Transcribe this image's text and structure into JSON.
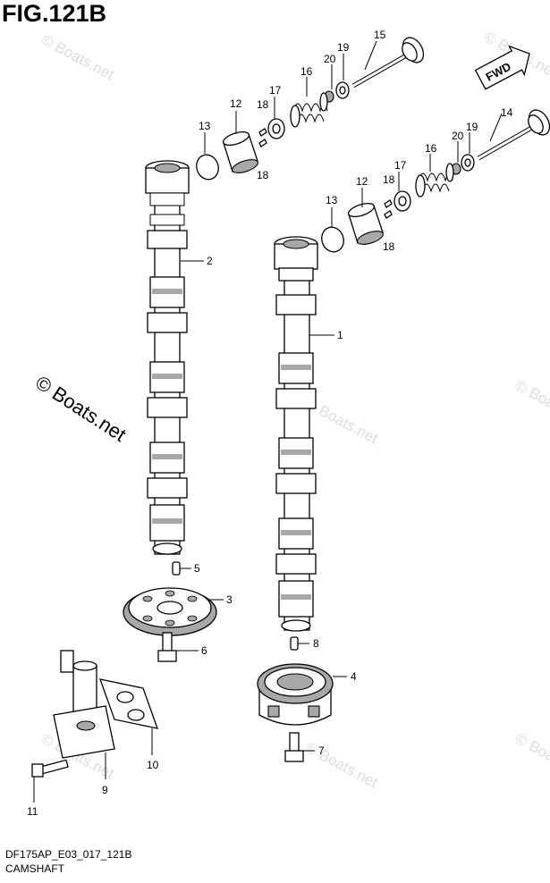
{
  "header": {
    "figure": "FIG.121B"
  },
  "footer": {
    "code": "DF175AP_E03_017_121B",
    "section": "CAMSHAFT"
  },
  "fwd_badge": {
    "text": "FWD"
  },
  "watermark": {
    "text": "© Boats.net"
  },
  "callouts": {
    "c1": "1",
    "c2": "2",
    "c3": "3",
    "c4": "4",
    "c5": "5",
    "c6": "6",
    "c7": "7",
    "c8": "8",
    "c9": "9",
    "c10": "10",
    "c11": "11",
    "c12a": "12",
    "c12b": "12",
    "c13a": "13",
    "c13b": "13",
    "c14": "14",
    "c15": "15",
    "c16a": "16",
    "c16b": "16",
    "c17a": "17",
    "c17b": "17",
    "c18a": "18",
    "c18b": "18",
    "c18c": "18",
    "c18d": "18",
    "c19a": "19",
    "c19b": "19",
    "c20a": "20",
    "c20b": "20"
  }
}
